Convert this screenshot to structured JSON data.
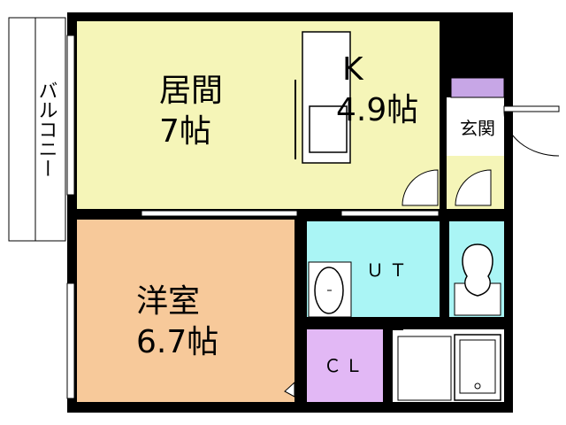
{
  "floorplan": {
    "colors": {
      "wall": "#000000",
      "living_kitchen": "#f5f5b8",
      "western_room": "#f7c99a",
      "unit_bath": "#aaf5f5",
      "toilet": "#aaf5f5",
      "closet": "#e2b8f5",
      "entrance_shelf": "#c7a6e6",
      "outside": "#ffffff"
    },
    "rooms": {
      "living": {
        "name": "居間",
        "size": "7帖"
      },
      "kitchen": {
        "name": "K",
        "size": "4.9帖"
      },
      "western": {
        "name": "洋室",
        "size": "6.7帖"
      },
      "unit_bath": {
        "name": "ＵＴ"
      },
      "closet": {
        "name": "ＣＬ"
      },
      "entrance": {
        "name": "玄関"
      },
      "balcony": {
        "name": "バルコニー"
      }
    }
  }
}
